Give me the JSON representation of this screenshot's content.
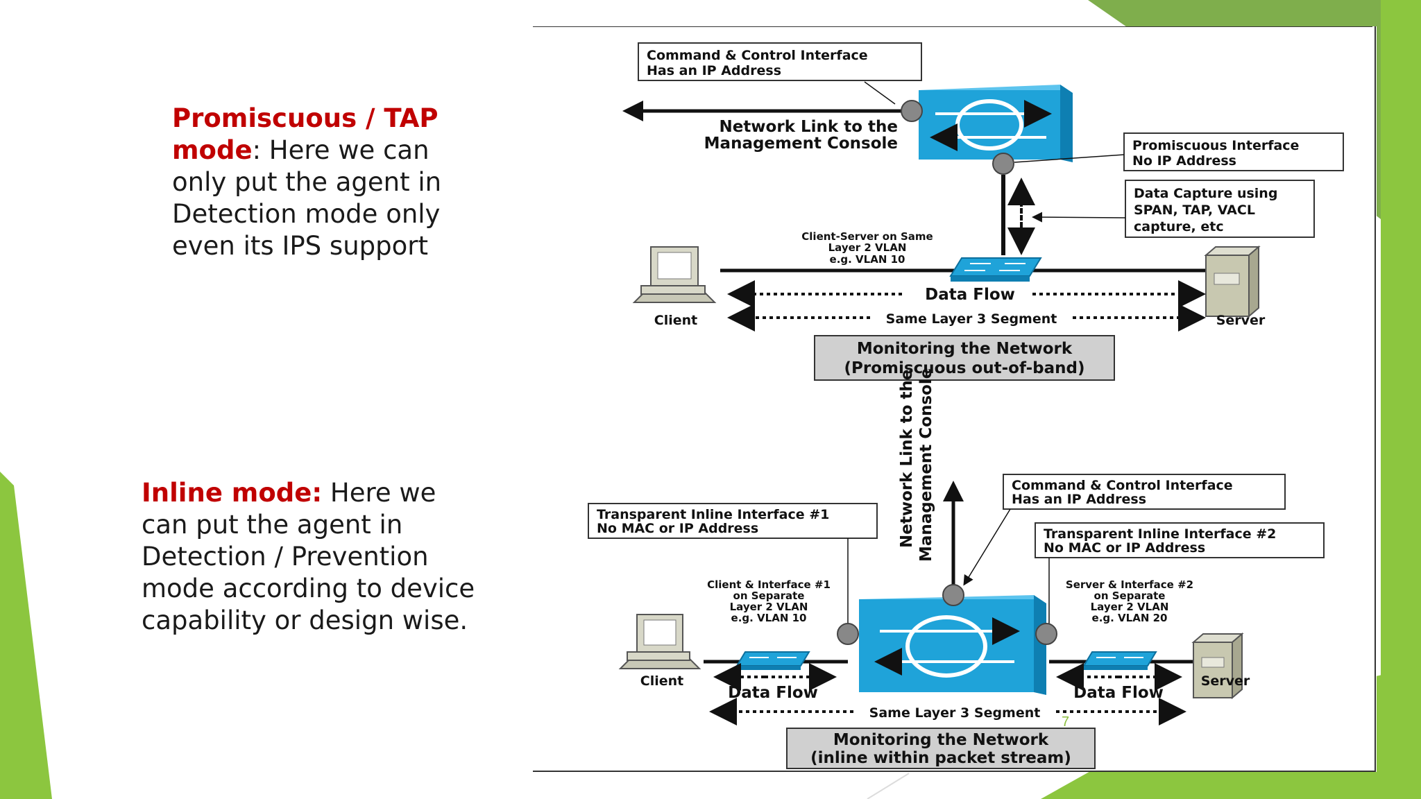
{
  "slide": {
    "page_number": "7",
    "colors": {
      "accent_green": "#8cc63f",
      "highlight_red": "#c00000",
      "device_blue": "#1fa3d9"
    }
  },
  "left_text": {
    "promiscuous": {
      "heading": "Promiscuous / TAP mode",
      "body": ":  Here we can only put the agent in Detection mode only even its IPS support"
    },
    "inline": {
      "heading": "Inline mode:",
      "body": "  Here we can put the agent in Detection / Prevention mode according to device capability or design wise."
    }
  },
  "diagram_top": {
    "cc_interface": [
      "Command & Control Interface",
      "Has an IP Address"
    ],
    "network_link": [
      "Network Link to the",
      "Management Console"
    ],
    "promisc_interface": [
      "Promiscuous Interface",
      "No IP Address"
    ],
    "data_capture": [
      "Data Capture using",
      "SPAN, TAP, VACL",
      "capture, etc"
    ],
    "vlan_note": [
      "Client-Server on Same",
      "Layer 2 VLAN",
      "e.g. VLAN 10"
    ],
    "data_flow": "Data Flow",
    "segment": "Same Layer 3 Segment",
    "client": "Client",
    "server": "Server",
    "caption": [
      "Monitoring the Network",
      "(Promiscuous out-of-band)"
    ]
  },
  "diagram_bottom": {
    "network_link": [
      "Network Link to the",
      "Management Console"
    ],
    "cc_interface": [
      "Command & Control Interface",
      "Has an IP Address"
    ],
    "inline_if1": [
      "Transparent Inline Interface #1",
      "No MAC or IP Address"
    ],
    "inline_if2": [
      "Transparent Inline Interface #2",
      "No MAC or IP Address"
    ],
    "client_note": [
      "Client & Interface #1",
      "on Separate",
      "Layer 2 VLAN",
      "e.g. VLAN 10"
    ],
    "server_note": [
      "Server & Interface #2",
      "on Separate",
      "Layer 2 VLAN",
      "e.g. VLAN 20"
    ],
    "data_flow_left": "Data Flow",
    "data_flow_right": "Data Flow",
    "segment": "Same Layer 3 Segment",
    "client": "Client",
    "server": "Server",
    "caption": [
      "Monitoring the Network",
      "(inline within packet stream)"
    ]
  }
}
